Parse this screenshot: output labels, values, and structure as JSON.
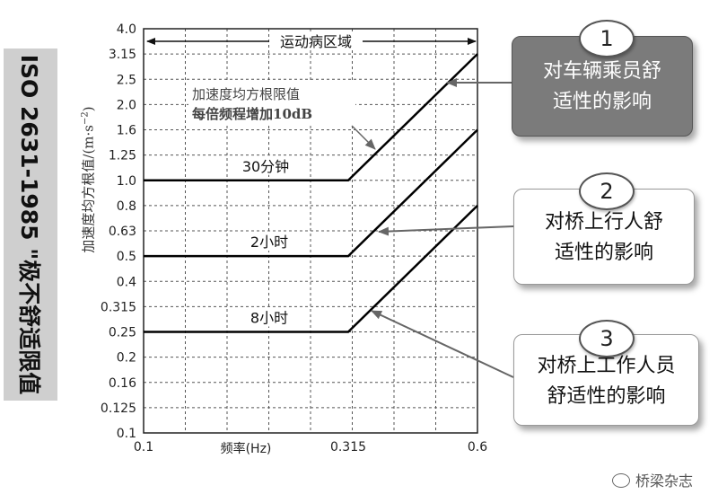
{
  "side_title": "ISO 2631-1985 \"极不舒适限值",
  "chart_data": {
    "type": "line",
    "title": "",
    "xlabel": "频率(Hz)",
    "ylabel": "加速度均方根值/(m·s",
    "ylabel_exponent": "−2",
    "x_ticks": [
      "0.1",
      "0.315",
      "0.6"
    ],
    "x_values": [
      0.1,
      0.315,
      0.6
    ],
    "y_ticks": [
      "0.1",
      "0.125",
      "0.16",
      "0.2",
      "0.25",
      "0.315",
      "0.4",
      "0.5",
      "0.63",
      "0.8",
      "1.0",
      "1.25",
      "1.6",
      "2.0",
      "2.5",
      "3.15",
      "4.0"
    ],
    "y_values": [
      0.1,
      0.125,
      0.16,
      0.2,
      0.25,
      0.315,
      0.4,
      0.5,
      0.63,
      0.8,
      1.0,
      1.25,
      1.6,
      2.0,
      2.5,
      3.15,
      4.0
    ],
    "y_scale": "log",
    "ylim": [
      0.1,
      4.0
    ],
    "xlim": [
      0.1,
      0.6
    ],
    "grid": true,
    "series": [
      {
        "name": "30分钟",
        "x": [
          0.1,
          0.315,
          0.6
        ],
        "y": [
          1.0,
          1.0,
          3.15
        ]
      },
      {
        "name": "2小时",
        "x": [
          0.1,
          0.315,
          0.6
        ],
        "y": [
          0.5,
          0.5,
          1.6
        ]
      },
      {
        "name": "8小时",
        "x": [
          0.1,
          0.315,
          0.6
        ],
        "y": [
          0.25,
          0.25,
          0.8
        ]
      }
    ],
    "range_label": "运动病区域",
    "annotation_lines": [
      "加速度均方根限值",
      "每倍频程增加10dB"
    ]
  },
  "callouts": [
    {
      "number": "1",
      "lines": [
        "对车辆乘员舒",
        "适性的影响"
      ]
    },
    {
      "number": "2",
      "lines": [
        "对桥上行人舒",
        "适性的影响"
      ]
    },
    {
      "number": "3",
      "lines": [
        "对桥上工作人员",
        "舒适性的影响"
      ]
    }
  ],
  "watermark": "桥梁杂志"
}
